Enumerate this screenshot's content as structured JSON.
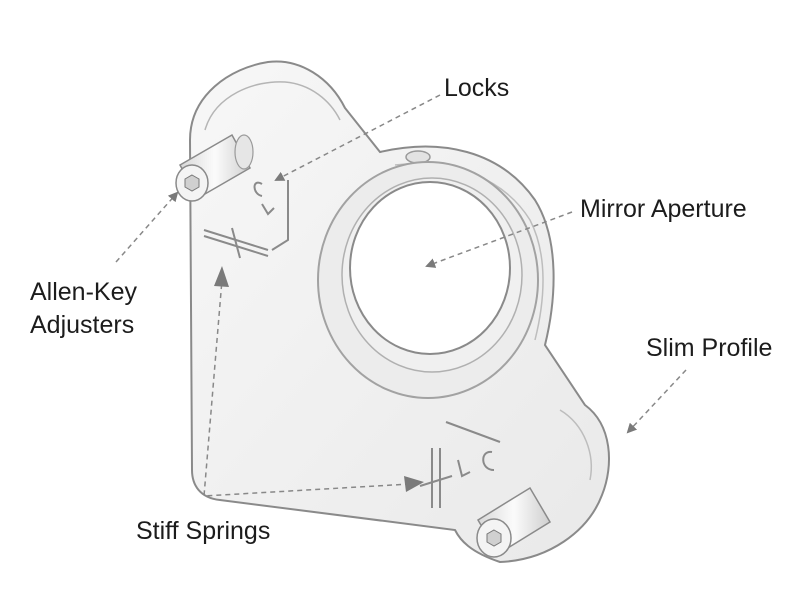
{
  "labels": {
    "locks": "Locks",
    "mirror_aperture": "Mirror Aperture",
    "allen_key_line1": "Allen-Key",
    "allen_key_line2": "Adjusters",
    "slim_profile": "Slim Profile",
    "stiff_springs": "Stiff Springs"
  },
  "colors": {
    "mount_fill": "#f2f2f2",
    "mount_stroke": "#8a8a8a",
    "leader": "#888888",
    "arrowhead": "#7a7a7a",
    "text": "#1c1c1c"
  }
}
